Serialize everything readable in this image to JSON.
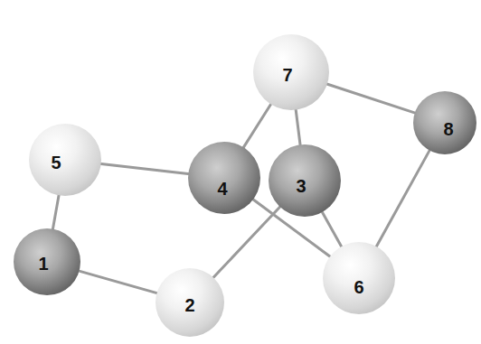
{
  "diagram": {
    "nodes": [
      {
        "text": [
          "1"
        ]
      },
      {
        "text": [
          "2"
        ]
      },
      {
        "text": [
          "3"
        ]
      },
      {
        "text": [
          "4"
        ]
      },
      {
        "text": [
          "5"
        ]
      },
      {
        "text": [
          "6"
        ]
      },
      {
        "text": [
          "7"
        ]
      },
      {
        "text": [
          "8"
        ]
      }
    ],
    "edges": [
      {
        "from": 0,
        "to": 4,
        "arrow": "none"
      },
      {
        "from": 0,
        "to": 1,
        "arrow": "none"
      },
      {
        "from": 1,
        "to": 2,
        "arrow": "none"
      },
      {
        "from": 4,
        "to": 3,
        "arrow": "none"
      },
      {
        "from": 3,
        "to": 6,
        "arrow": "none"
      },
      {
        "from": 2,
        "to": 6,
        "arrow": "none"
      },
      {
        "from": 6,
        "to": 7,
        "arrow": "none"
      },
      {
        "from": 7,
        "to": 5,
        "arrow": "none"
      },
      {
        "from": 2,
        "to": 5,
        "arrow": "none"
      },
      {
        "from": 3,
        "to": 5,
        "arrow": "none"
      }
    ]
  }
}
